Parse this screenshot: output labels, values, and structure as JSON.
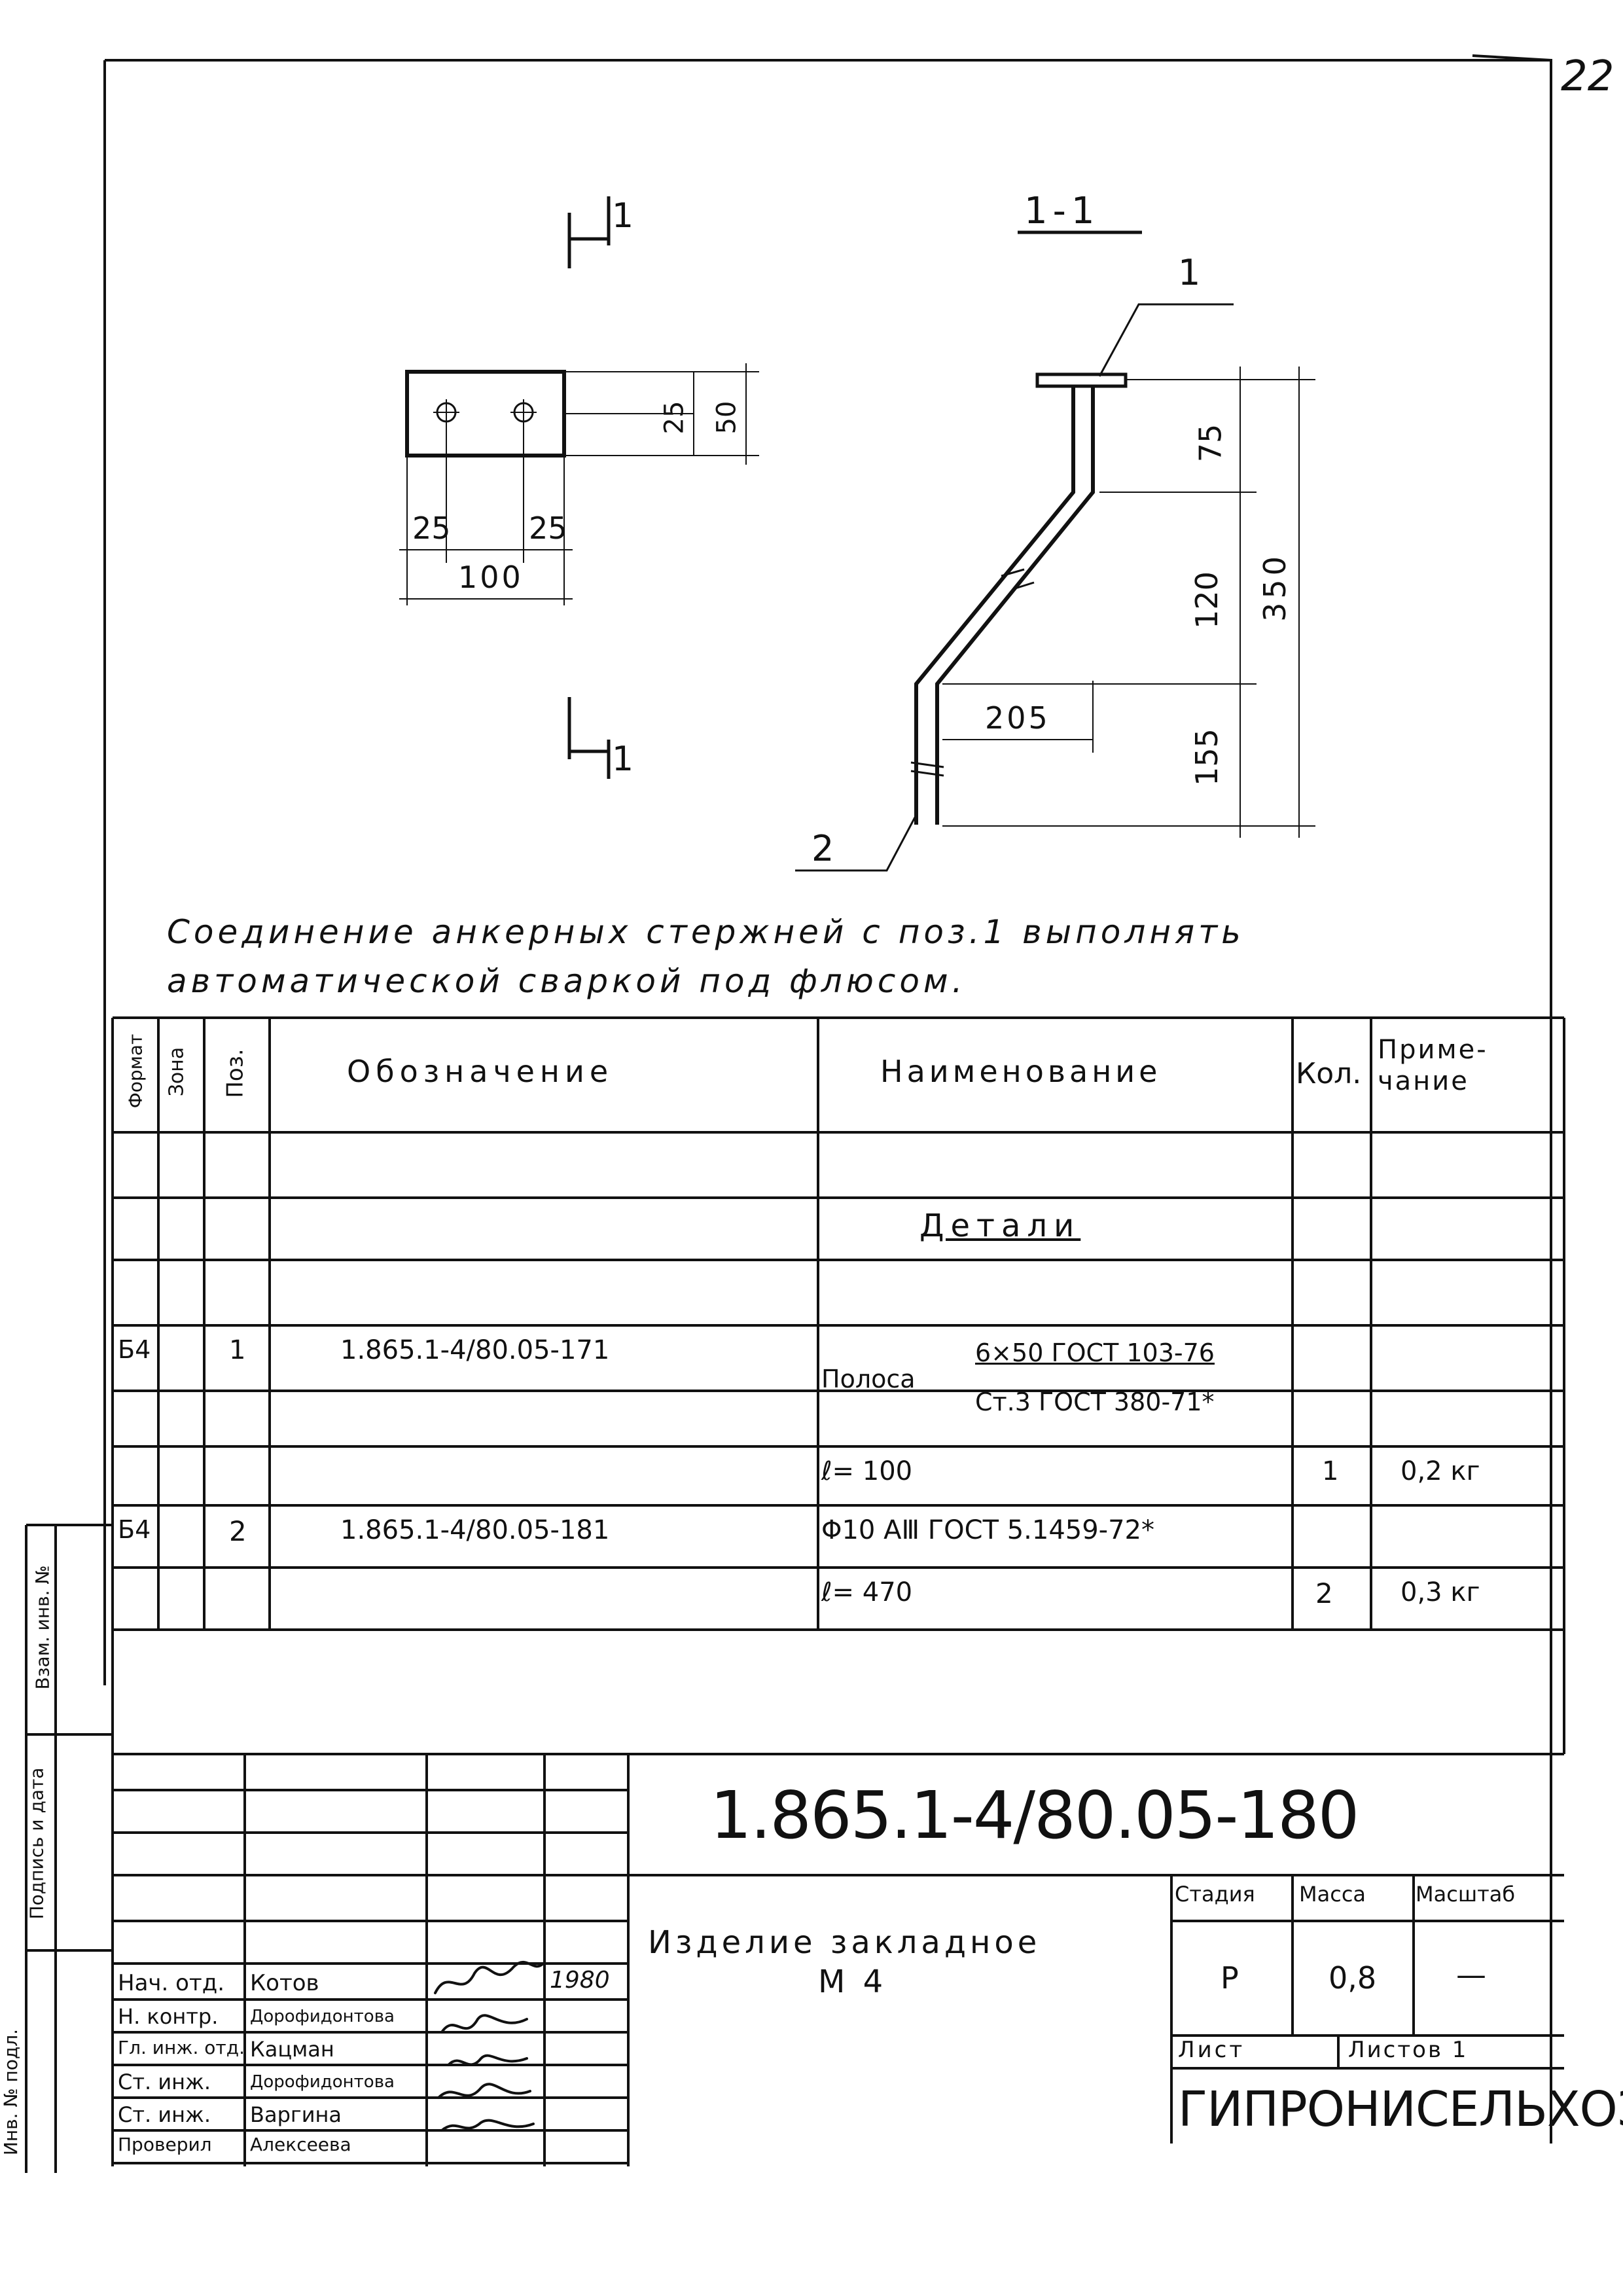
{
  "sheet_number": "22",
  "drawing": {
    "section_marks": [
      "1",
      "1"
    ],
    "section_title": "1-1",
    "plate_dims": {
      "left_offset": "25",
      "right_offset": "25",
      "width": "100",
      "hole_offset": "25",
      "height": "50"
    },
    "rod_dims": {
      "top": "75",
      "middle": "120",
      "bottom": "155",
      "total": "350",
      "horizontal": "205"
    },
    "callouts": [
      "1",
      "2"
    ]
  },
  "note": {
    "line1": "Соединение анкерных стержней с поз.1 выполнять",
    "line2": "автоматической сваркой под флюсом."
  },
  "spec_table": {
    "headers": {
      "format": "Формат",
      "zone": "Зона",
      "pos": "Поз.",
      "designation": "Обозначение",
      "name": "Наименование",
      "qty": "Кол.",
      "note": "Приме-\nчание"
    },
    "section_title": "Детали",
    "rows": [
      {
        "format": "Б4",
        "pos": "1",
        "designation": "1.865.1-4/80.05-171",
        "name_prefix": "Полоса",
        "name_num": "6×50 ГОСТ 103-76",
        "name_den": "Ст.3 ГОСТ 380-71*"
      },
      {
        "name": "ℓ= 100",
        "qty": "1",
        "note": "0,2 кг"
      },
      {
        "format": "Б4",
        "pos": "2",
        "designation": "1.865.1-4/80.05-181",
        "name": "Φ10 АⅢ ГОСТ 5.1459-72*"
      },
      {
        "name": "ℓ= 470",
        "qty": "2",
        "note": "0,3 кг"
      }
    ]
  },
  "side_stamp": {
    "inv_orig": "Инв. № подл.",
    "sign_date": "Подпись и дата",
    "inv_replace": "Взам. инв. №"
  },
  "title_block": {
    "doc_code": "1.865.1-4/80.05-180",
    "title_line1": "Изделие закладное",
    "title_line2": "М 4",
    "stage_label": "Стадия",
    "mass_label": "Масса",
    "scale_label": "Масштаб",
    "stage": "Р",
    "mass": "0,8",
    "scale": "—",
    "sheet_label": "Лист",
    "sheets_label": "Листов 1",
    "org": "ГИПРОНИСЕЛЬХОЗ",
    "year": "1980",
    "staff": [
      {
        "role": "Нач. отд.",
        "name": "Котов"
      },
      {
        "role": "Н. контр.",
        "name": "Дорофидонтова"
      },
      {
        "role": "Гл. инж. отд.",
        "name": "Кацман"
      },
      {
        "role": "Ст. инж.",
        "name": "Дорофидонтова"
      },
      {
        "role": "Ст. инж.",
        "name": "Варгина"
      },
      {
        "role": "Проверил",
        "name": "Алексеева"
      }
    ]
  }
}
